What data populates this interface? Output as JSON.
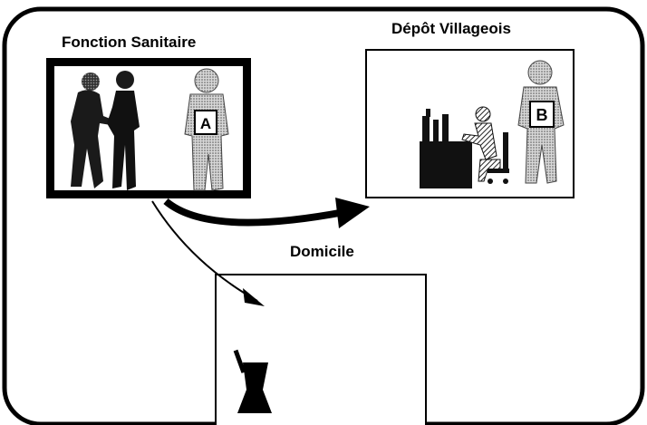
{
  "diagram": {
    "panels": {
      "fonction_sanitaire": {
        "title": "Fonction Sanitaire",
        "person_badge": "A"
      },
      "depot_villageois": {
        "title": "Dépôt Villageois",
        "person_badge": "B"
      },
      "domicile": {
        "title": "Domicile"
      }
    },
    "arrows": [
      {
        "from": "fonction_sanitaire",
        "to": "depot_villageois",
        "style": "thick-curved"
      },
      {
        "from": "fonction_sanitaire",
        "to": "domicile",
        "style": "thin-curved"
      }
    ],
    "icons": [
      "consultation-people-icon",
      "health-worker-icon",
      "storekeeper-desk-icon",
      "depot-agent-icon",
      "mortar-pestle-icon"
    ],
    "colors": {
      "ink": "#000000",
      "background": "#ffffff",
      "shade": "#8a8a8a"
    }
  }
}
